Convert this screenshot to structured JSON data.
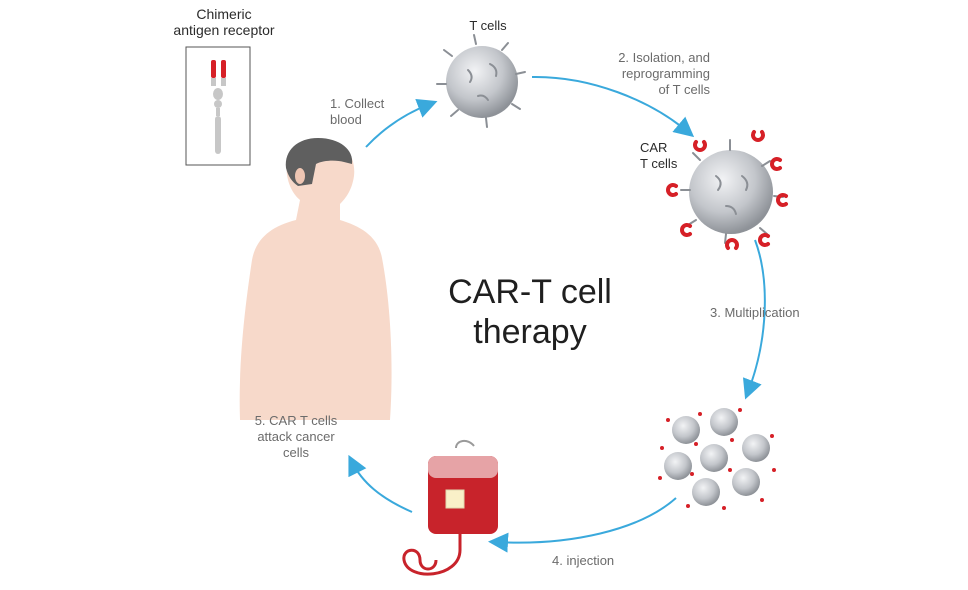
{
  "title": "CAR-T cell\ntherapy",
  "receptor_label": "Chimeric\nantigen receptor",
  "steps": {
    "t_cells": "T cells",
    "collect": "1. Collect\nblood",
    "isolation": "2. Isolation, and\nreprogramming\nof T cells",
    "car_t": "CAR\nT cells",
    "multiplication": "3. Multiplication",
    "injection": "4. injection",
    "attack": "5. CAR T cells\nattack cancer\ncells"
  },
  "colors": {
    "arrow": "#3aa9dc",
    "cell": "#b9bcc1",
    "receptor": "#d62027",
    "skin": "#f6d5c4",
    "hair": "#5b5b5b",
    "blood": "#c8232b"
  }
}
